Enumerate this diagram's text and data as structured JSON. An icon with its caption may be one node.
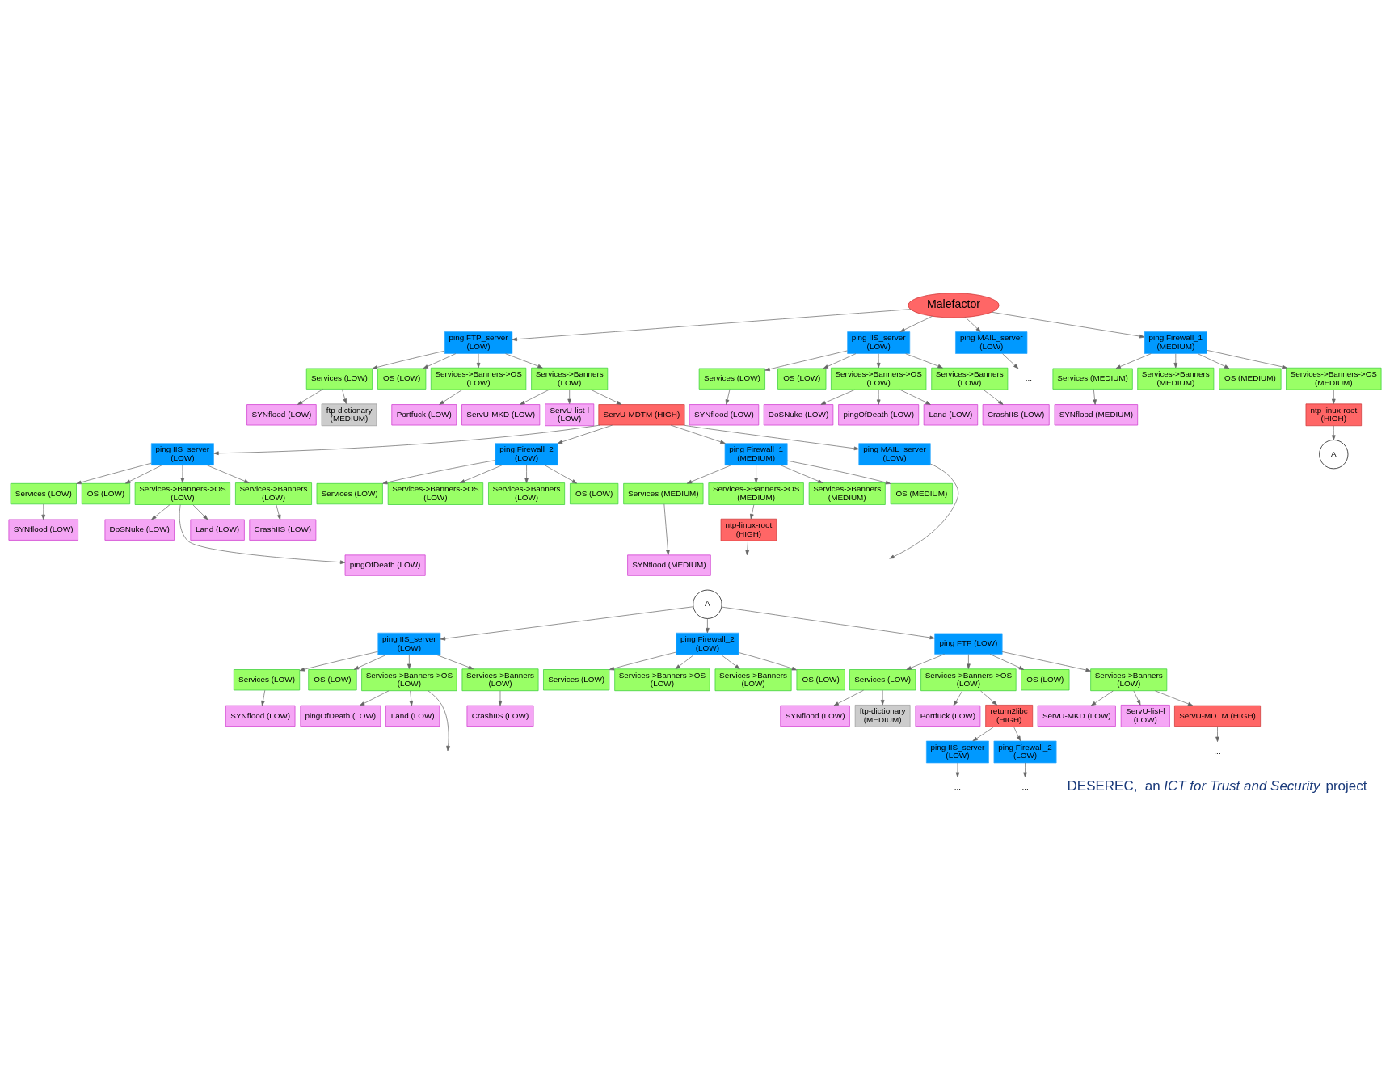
{
  "diagram": {
    "nodes": [
      {
        "text": [
          "Malefactor"
        ]
      },
      {
        "text": [
          "ping FTP_server (LOW)"
        ]
      },
      {
        "text": [
          "ping IIS_server (LOW)"
        ]
      },
      {
        "text": [
          "ping MAIL_server (LOW)"
        ]
      },
      {
        "text": [
          "ping Firewall_1 (MEDIUM)"
        ]
      },
      {
        "text": [
          "Services (LOW)"
        ]
      },
      {
        "text": [
          "OS (LOW)"
        ]
      },
      {
        "text": [
          "Services->Banners->OS (LOW)"
        ]
      },
      {
        "text": [
          "SYNflood (LOW)"
        ]
      },
      {
        "text": [
          "Services->Banners (LOW)"
        ]
      },
      {
        "text": [
          "ftp-dictionary (MEDIUM)"
        ]
      },
      {
        "text": [
          "ServU-MKD (LOW)"
        ]
      },
      {
        "text": [
          "ServU-list-l (LOW)"
        ]
      },
      {
        "text": [
          "Portfuck (LOW)"
        ]
      },
      {
        "text": [
          "ServU-MDTM (HIGH)"
        ]
      },
      {
        "text": [
          "Services (LOW)"
        ]
      },
      {
        "text": [
          "OS (LOW)"
        ]
      },
      {
        "text": [
          "Services->Banners->OS (LOW)"
        ]
      },
      {
        "text": [
          "SYNflood (LOW)"
        ]
      },
      {
        "text": [
          "Services->Banners (LOW)"
        ]
      },
      {
        "text": [
          "DoSNuke (LOW)"
        ]
      },
      {
        "text": [
          "CrashIIS (LOW)"
        ]
      },
      {
        "text": [
          "pingOfDeath (LOW)"
        ]
      },
      {
        "text": [
          "Land (LOW)"
        ]
      },
      {
        "text": [
          "..."
        ]
      },
      {
        "text": [
          "Services (MEDIUM)"
        ]
      },
      {
        "text": [
          "Services->Banners (MEDIUM)"
        ]
      },
      {
        "text": [
          "OS (MEDIUM)"
        ]
      },
      {
        "text": [
          "SYNflood (MEDIUM)"
        ]
      },
      {
        "text": [
          "Services->Banners->OS (MEDIUM)"
        ]
      },
      {
        "text": [
          "ntp-linux-root (HIGH)"
        ]
      },
      {
        "text": [
          "A"
        ]
      },
      {
        "text": [
          "ping IIS_server (LOW)"
        ]
      },
      {
        "text": [
          "ping Firewall_2 (LOW)"
        ]
      },
      {
        "text": [
          "ping Firewall_1 (MEDIUM)"
        ]
      },
      {
        "text": [
          "ping MAIL_server (LOW)"
        ]
      },
      {
        "text": [
          "Services (LOW)"
        ]
      },
      {
        "text": [
          "OS (LOW)"
        ]
      },
      {
        "text": [
          "Services->Banners->OS (LOW)"
        ]
      },
      {
        "text": [
          "SYNflood (LOW)"
        ]
      },
      {
        "text": [
          "Services->Banners (LOW)"
        ]
      },
      {
        "text": [
          "DoSNuke (LOW)"
        ]
      },
      {
        "text": [
          "CrashIIS (LOW)"
        ]
      },
      {
        "text": [
          "pingOfDeath (LOW)"
        ]
      },
      {
        "text": [
          "Land (LOW)"
        ]
      },
      {
        "text": [
          "Services (LOW)"
        ]
      },
      {
        "text": [
          "Services->Banners->OS (LOW)"
        ]
      },
      {
        "text": [
          "Services->Banners (LOW)"
        ]
      },
      {
        "text": [
          "OS (LOW)"
        ]
      },
      {
        "text": [
          "Services (MEDIUM)"
        ]
      },
      {
        "text": [
          "Services->Banners->OS (MEDIUM)"
        ]
      },
      {
        "text": [
          "Services->Banners (MEDIUM)"
        ]
      },
      {
        "text": [
          "OS (MEDIUM)"
        ]
      },
      {
        "text": [
          "SYNflood (MEDIUM)"
        ]
      },
      {
        "text": [
          "ntp-linux-root (HIGH)"
        ]
      },
      {
        "text": [
          "..."
        ]
      },
      {
        "text": [
          "..."
        ]
      },
      {
        "text": [
          "A"
        ]
      },
      {
        "text": [
          "ping IIS_server (LOW)"
        ]
      },
      {
        "text": [
          "ping Firewall_2 (LOW)"
        ]
      },
      {
        "text": [
          "ping FTP (LOW)"
        ]
      },
      {
        "text": [
          "Services (LOW)"
        ]
      },
      {
        "text": [
          "OS (LOW)"
        ]
      },
      {
        "text": [
          "Services->Banners->OS (LOW)"
        ]
      },
      {
        "text": [
          "SYNflood (LOW)"
        ]
      },
      {
        "text": [
          "Services->Banners (LOW)"
        ]
      },
      {
        "text": [
          "CrashIIS (LOW)"
        ]
      },
      {
        "text": [
          "pingOfDeath (LOW)"
        ]
      },
      {
        "text": [
          "Land (LOW)"
        ]
      },
      {
        "text": [
          "Services (LOW)"
        ]
      },
      {
        "text": [
          "Services->Banners->OS (LOW)"
        ]
      },
      {
        "text": [
          "Services->Banners (LOW)"
        ]
      },
      {
        "text": [
          "OS (LOW)"
        ]
      },
      {
        "text": [
          "Services (LOW)"
        ]
      },
      {
        "text": [
          "Services->Banners->OS (LOW)"
        ]
      },
      {
        "text": [
          "OS (LOW)"
        ]
      },
      {
        "text": [
          "Services->Banners (LOW)"
        ]
      },
      {
        "text": [
          "SYNflood (LOW)"
        ]
      },
      {
        "text": [
          "ftp-dictionary (MEDIUM)"
        ]
      },
      {
        "text": [
          "Portfuck (LOW)"
        ]
      },
      {
        "text": [
          "return2libc (HIGH)"
        ]
      },
      {
        "text": [
          "ServU-MKD (LOW)"
        ]
      },
      {
        "text": [
          "ServU-list-l (LOW)"
        ]
      },
      {
        "text": [
          "ServU-MDTM (HIGH)"
        ]
      },
      {
        "text": [
          "ping IIS_server (LOW)"
        ]
      },
      {
        "text": [
          "ping Firewall_2 (LOW)"
        ]
      },
      {
        "text": [
          "..."
        ]
      },
      {
        "text": [
          "..."
        ]
      },
      {
        "text": [
          "..."
        ]
      }
    ],
    "edges": [
      {
        "from": 0,
        "to": 1,
        "arrow": "to"
      },
      {
        "from": 0,
        "to": 2,
        "arrow": "to"
      },
      {
        "from": 0,
        "to": 3,
        "arrow": "to"
      },
      {
        "from": 0,
        "to": 4,
        "arrow": "to"
      },
      {
        "from": 1,
        "to": 5,
        "arrow": "to"
      },
      {
        "from": 1,
        "to": 6,
        "arrow": "to"
      },
      {
        "from": 1,
        "to": 9,
        "arrow": "to"
      },
      {
        "from": 1,
        "to": 7,
        "arrow": "to"
      },
      {
        "from": 5,
        "to": 8,
        "arrow": "to"
      },
      {
        "from": 5,
        "to": 10,
        "arrow": "to"
      },
      {
        "from": 9,
        "to": 11,
        "arrow": "to"
      },
      {
        "from": 9,
        "to": 12,
        "arrow": "to"
      },
      {
        "from": 9,
        "to": 14,
        "arrow": "to"
      },
      {
        "from": 7,
        "to": 13,
        "arrow": "to"
      },
      {
        "from": 2,
        "to": 15,
        "arrow": "to"
      },
      {
        "from": 2,
        "to": 16,
        "arrow": "to"
      },
      {
        "from": 2,
        "to": 19,
        "arrow": "to"
      },
      {
        "from": 2,
        "to": 17,
        "arrow": "to"
      },
      {
        "from": 15,
        "to": 18,
        "arrow": "to"
      },
      {
        "from": 19,
        "to": 21,
        "arrow": "to"
      },
      {
        "from": 17,
        "to": 20,
        "arrow": "to"
      },
      {
        "from": 17,
        "to": 22,
        "arrow": "to"
      },
      {
        "from": 17,
        "to": 23,
        "arrow": "to"
      },
      {
        "from": 3,
        "to": 24,
        "arrow": "to"
      },
      {
        "from": 4,
        "to": 25,
        "arrow": "to"
      },
      {
        "from": 4,
        "to": 26,
        "arrow": "to"
      },
      {
        "from": 4,
        "to": 27,
        "arrow": "to"
      },
      {
        "from": 4,
        "to": 29,
        "arrow": "to"
      },
      {
        "from": 25,
        "to": 28,
        "arrow": "to"
      },
      {
        "from": 29,
        "to": 30,
        "arrow": "to"
      },
      {
        "from": 30,
        "to": 31,
        "arrow": "to"
      },
      {
        "from": 14,
        "to": 32,
        "arrow": "to"
      },
      {
        "from": 14,
        "to": 33,
        "arrow": "to"
      },
      {
        "from": 14,
        "to": 34,
        "arrow": "to"
      },
      {
        "from": 14,
        "to": 35,
        "arrow": "to"
      },
      {
        "from": 32,
        "to": 36,
        "arrow": "to"
      },
      {
        "from": 32,
        "to": 37,
        "arrow": "to"
      },
      {
        "from": 32,
        "to": 40,
        "arrow": "to"
      },
      {
        "from": 32,
        "to": 38,
        "arrow": "to"
      },
      {
        "from": 36,
        "to": 39,
        "arrow": "to"
      },
      {
        "from": 40,
        "to": 42,
        "arrow": "to"
      },
      {
        "from": 38,
        "to": 41,
        "arrow": "to"
      },
      {
        "from": 38,
        "to": 43,
        "arrow": "to"
      },
      {
        "from": 38,
        "to": 44,
        "arrow": "to"
      },
      {
        "from": 33,
        "to": 45,
        "arrow": "to"
      },
      {
        "from": 33,
        "to": 47,
        "arrow": "to"
      },
      {
        "from": 33,
        "to": 46,
        "arrow": "to"
      },
      {
        "from": 33,
        "to": 48,
        "arrow": "to"
      },
      {
        "from": 34,
        "to": 49,
        "arrow": "to"
      },
      {
        "from": 34,
        "to": 51,
        "arrow": "to"
      },
      {
        "from": 34,
        "to": 50,
        "arrow": "to"
      },
      {
        "from": 34,
        "to": 52,
        "arrow": "to"
      },
      {
        "from": 49,
        "to": 53,
        "arrow": "to"
      },
      {
        "from": 50,
        "to": 54,
        "arrow": "to"
      },
      {
        "from": 54,
        "to": 55,
        "arrow": "to"
      },
      {
        "from": 35,
        "to": 56,
        "arrow": "to"
      },
      {
        "from": 57,
        "to": 58,
        "arrow": "to"
      },
      {
        "from": 57,
        "to": 59,
        "arrow": "to"
      },
      {
        "from": 57,
        "to": 60,
        "arrow": "to"
      },
      {
        "from": 58,
        "to": 61,
        "arrow": "to"
      },
      {
        "from": 58,
        "to": 62,
        "arrow": "to"
      },
      {
        "from": 58,
        "to": 65,
        "arrow": "to"
      },
      {
        "from": 58,
        "to": 63,
        "arrow": "to"
      },
      {
        "from": 61,
        "to": 64,
        "arrow": "to"
      },
      {
        "from": 65,
        "to": 66,
        "arrow": "to"
      },
      {
        "from": 63,
        "to": null,
        "arrow": "to"
      },
      {
        "from": 63,
        "to": 67,
        "arrow": "to"
      },
      {
        "from": 63,
        "to": 68,
        "arrow": "to"
      },
      {
        "from": 59,
        "to": 69,
        "arrow": "to"
      },
      {
        "from": 59,
        "to": 71,
        "arrow": "to"
      },
      {
        "from": 59,
        "to": 70,
        "arrow": "to"
      },
      {
        "from": 59,
        "to": 72,
        "arrow": "to"
      },
      {
        "from": 60,
        "to": 73,
        "arrow": "to"
      },
      {
        "from": 60,
        "to": 74,
        "arrow": "to"
      },
      {
        "from": 60,
        "to": 75,
        "arrow": "to"
      },
      {
        "from": 60,
        "to": 76,
        "arrow": "to"
      },
      {
        "from": 73,
        "to": 77,
        "arrow": "to"
      },
      {
        "from": 73,
        "to": 78,
        "arrow": "to"
      },
      {
        "from": 74,
        "to": 79,
        "arrow": "to"
      },
      {
        "from": 74,
        "to": 80,
        "arrow": "to"
      },
      {
        "from": 76,
        "to": 81,
        "arrow": "to"
      },
      {
        "from": 76,
        "to": 82,
        "arrow": "to"
      },
      {
        "from": 76,
        "to": 83,
        "arrow": "to"
      },
      {
        "from": 80,
        "to": 84,
        "arrow": "to"
      },
      {
        "from": 80,
        "to": 85,
        "arrow": "to"
      },
      {
        "from": 83,
        "to": 86,
        "arrow": "to"
      },
      {
        "from": 84,
        "to": 87,
        "arrow": "to"
      },
      {
        "from": 85,
        "to": 88,
        "arrow": "to"
      }
    ],
    "labels": [
      "DESEREC,  an *ICT for Trust and Security* project"
    ]
  }
}
